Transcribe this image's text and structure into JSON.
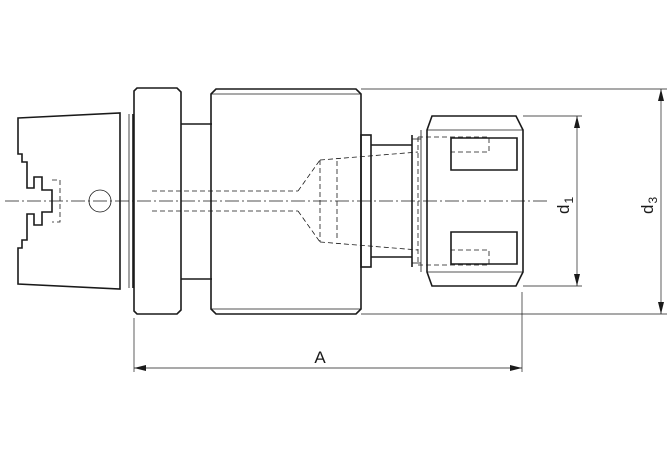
{
  "dimensions": {
    "length": {
      "letter": "A"
    },
    "diameter_1": {
      "letter": "d",
      "subscript": "1"
    },
    "diameter_3": {
      "letter": "d",
      "subscript": "3"
    }
  }
}
